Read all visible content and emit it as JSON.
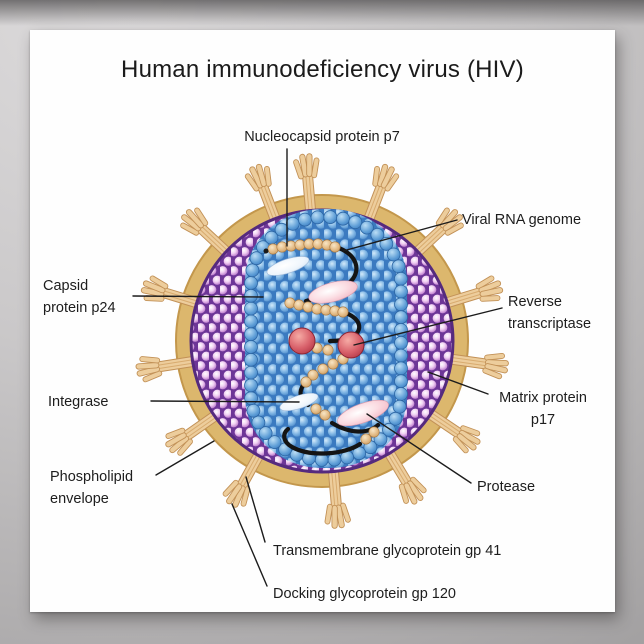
{
  "poster": {
    "title": "Human immunodeficiency virus (HIV)",
    "labels": {
      "nucleocapsid": "Nucleocapsid protein p7",
      "viral_rna": "Viral RNA genome",
      "capsid": "Capsid\nprotein p24",
      "reverse_transcriptase": "Reverse\ntranscriptase",
      "integrase": "Integrase",
      "matrix": "Matrix protein\np17",
      "phospholipid": "Phospholipid\nenvelope",
      "protease": "Protease",
      "transmembrane": "Transmembrane glycoprotein gp 41",
      "docking": "Docking glycoprotein gp 120"
    },
    "colors": {
      "envelope_tan": "#dcb76d",
      "matrix_purple": "#6d3697",
      "capsid_blue": "#3b7ac0",
      "rna_black": "#141414",
      "enzyme_red": "#c24052",
      "protein_pink": "#f3b9c6",
      "bead_tan": "#e3bb86",
      "background_gray": "#c6c4c5",
      "paper_white": "#fefefe"
    }
  }
}
